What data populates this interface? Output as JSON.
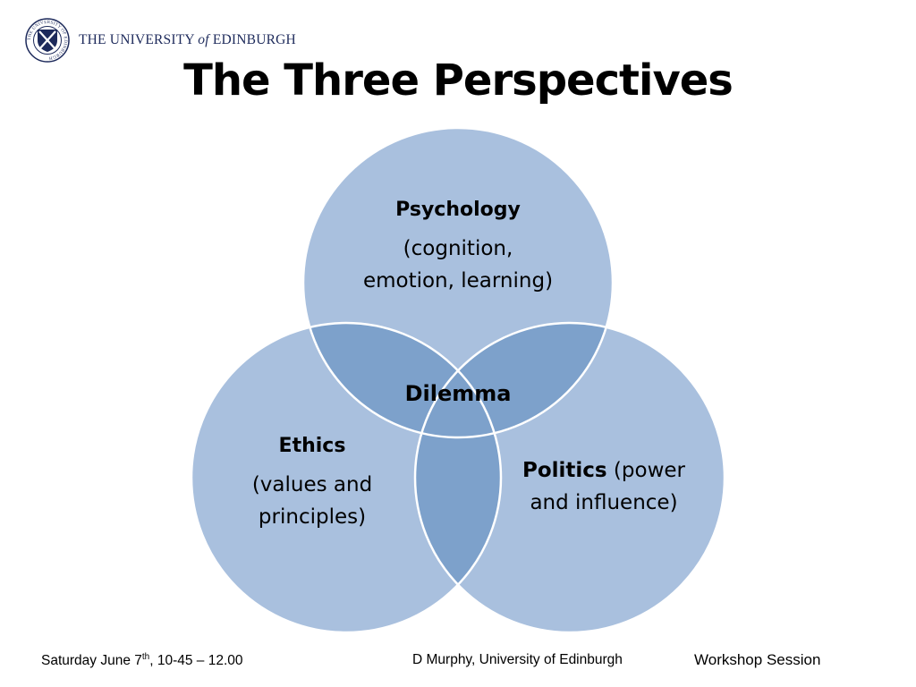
{
  "header": {
    "wordmark_pre": "THE UNIVERSITY ",
    "wordmark_of": "of",
    "wordmark_post": " EDINBURGH",
    "crest_text": "THE UNIVERSITY OF EDINBURGH"
  },
  "title": "The Three Perspectives",
  "diagram": {
    "circles": [
      {
        "head": "Psychology",
        "desc_line1": "(cognition,",
        "desc_line2": "emotion, learning)"
      },
      {
        "head": "Ethics",
        "desc_line1": "(values and",
        "desc_line2": "principles)"
      },
      {
        "head": "Politics",
        "desc_inline": " (power",
        "desc_line2": "and influence)"
      }
    ],
    "center_label": "Dilemma",
    "colors": {
      "circle_fill": "#a9c0de",
      "overlap_fill": "#7da1cb",
      "outline": "#ffffff",
      "text": "#000000"
    }
  },
  "footer": {
    "date_pre": "Saturday June 7",
    "date_sup": "th",
    "date_post": ", 10-45 – 12.00",
    "author": "D Murphy, University of Edinburgh",
    "session": "Workshop Session"
  }
}
